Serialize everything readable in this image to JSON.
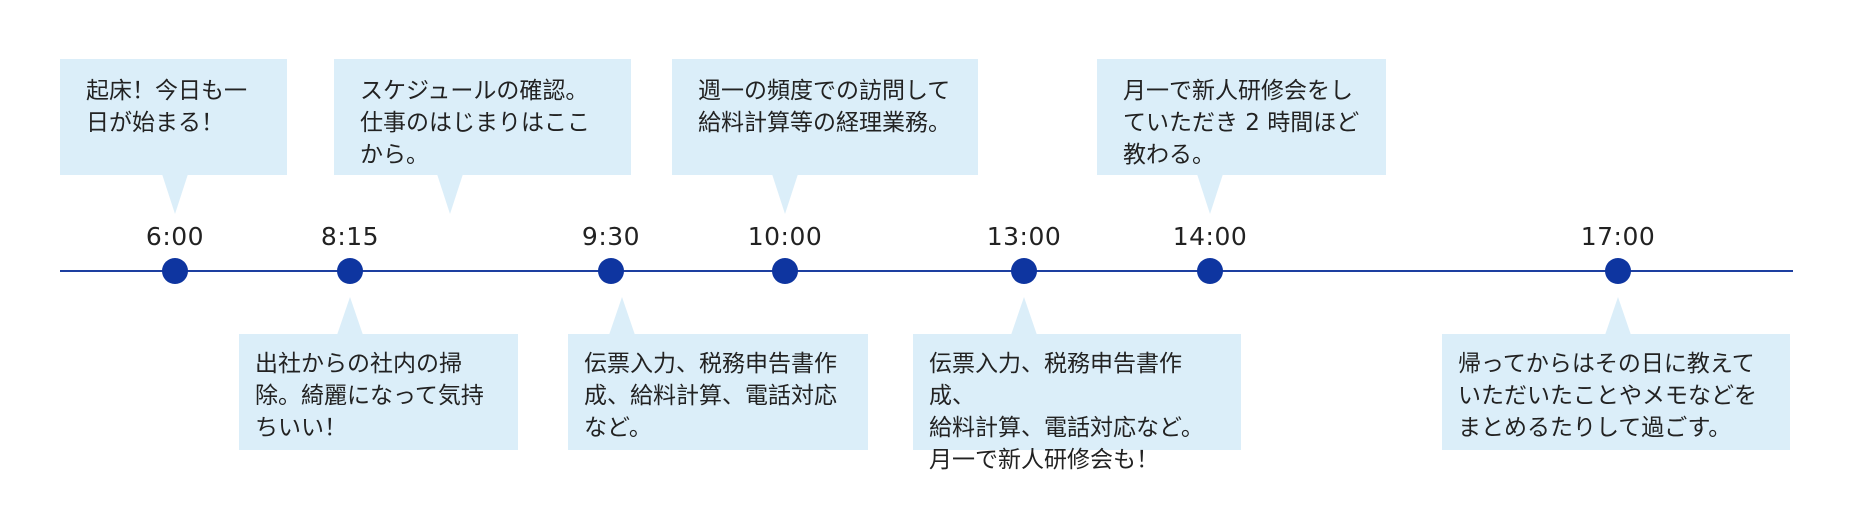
{
  "colors": {
    "line": "#1d3fa0",
    "dot": "#0e35a0",
    "bubble_background": "#dbeef9",
    "text": "#222222"
  },
  "events": [
    {
      "time": "6:00",
      "note": "起床！今日も一\n日が始まる！"
    },
    {
      "time": "8:15",
      "note": "出社からの社内の掃\n除。綺麗になって気持\nちいい！"
    },
    {
      "time": "9:30",
      "note": "伝票入力、税務申告書作\n成、給料計算、電話対応\nなど。"
    },
    {
      "time": "10:00",
      "note": "週一の頻度での訪問して\n給料計算等の経理業務。"
    },
    {
      "time": "13:00",
      "note": "伝票入力、税務申告書作成、\n給料計算、電話対応など。\n月一で新人研修会も！"
    },
    {
      "time": "14:00",
      "note": "月一で新人研修会をし\nていただき 2 時間ほど\n教わる。"
    },
    {
      "time": "17:00",
      "note": "帰ってからはその日に教えて\nいただいたことやメモなどを\nまとめるたりして過ごす。"
    }
  ],
  "extra_notes": [
    {
      "note": "スケジュールの確認。\n仕事のはじまりはここ\nから。"
    }
  ]
}
